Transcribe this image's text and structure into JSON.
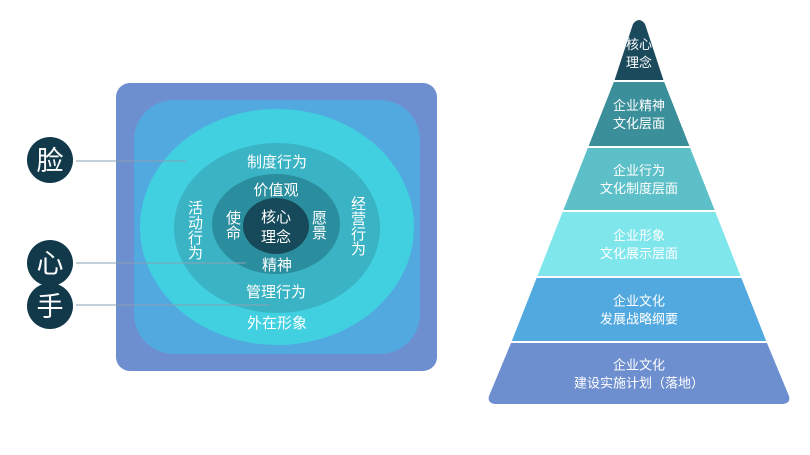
{
  "side_labels": {
    "face": "脸",
    "heart": "心",
    "hand": "手"
  },
  "rings": {
    "outer": "外在形象",
    "manage": "管理行为",
    "system": "制度行为",
    "activity": "活动行为",
    "operation": "经营行为",
    "values": "价值观",
    "spirit": "精神",
    "mission": "使命",
    "vision": "愿景",
    "core": "核心理念"
  },
  "pyramid": [
    {
      "line1": "核心",
      "line2": "理念",
      "color": "#1a4a5c"
    },
    {
      "line1": "企业精神",
      "line2": "文化层面",
      "color": "#3a8f9a"
    },
    {
      "line1": "企业行为",
      "line2": "文化制度层面",
      "color": "#5dc0c8"
    },
    {
      "line1": "企业形象",
      "line2": "文化展示层面",
      "color": "#7fe6ec"
    },
    {
      "line1": "企业文化",
      "line2": "发展战略纲要",
      "color": "#52a9e0"
    },
    {
      "line1": "企业文化",
      "line2": "建设实施计划（落地）",
      "color": "#6e8fcf"
    }
  ],
  "colors": {
    "dark_badge": "#12394a",
    "outer_square": "#6e8fcf",
    "inner_square": "#52a9e0",
    "ring_cyan": "#40d0e0",
    "ring_teal": "#3ab3c4",
    "ring_dark_teal": "#2a8e9e",
    "core": "#164a5a"
  }
}
